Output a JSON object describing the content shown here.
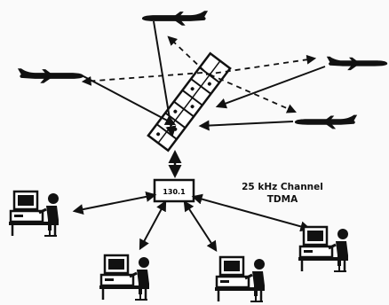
{
  "ground_station": {
    "frequency_label": "130.1"
  },
  "channel_label": {
    "line1": "25 kHz  Channel",
    "line2": "TDMA"
  },
  "icons": {
    "aircraft": "airplane-icon",
    "workstation": "computer-workstation-icon",
    "slot_frame": "tdma-slot-frame-icon"
  },
  "colors": {
    "ink": "#111111",
    "paper": "#fafafa"
  }
}
